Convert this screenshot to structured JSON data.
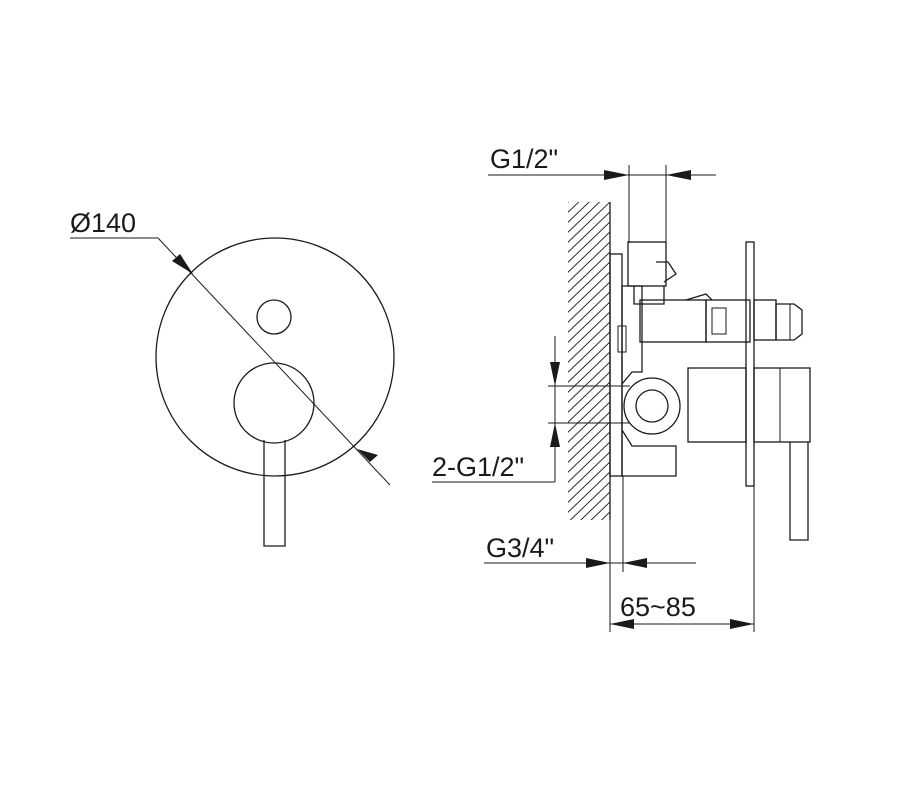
{
  "front_view": {
    "diameter_label": "Ø140"
  },
  "side_view": {
    "inlet_top_label": "G1/2\"",
    "inlets_label": "2-G1/2\"",
    "outlet_label": "G3/4\"",
    "depth_label": "65~85"
  }
}
